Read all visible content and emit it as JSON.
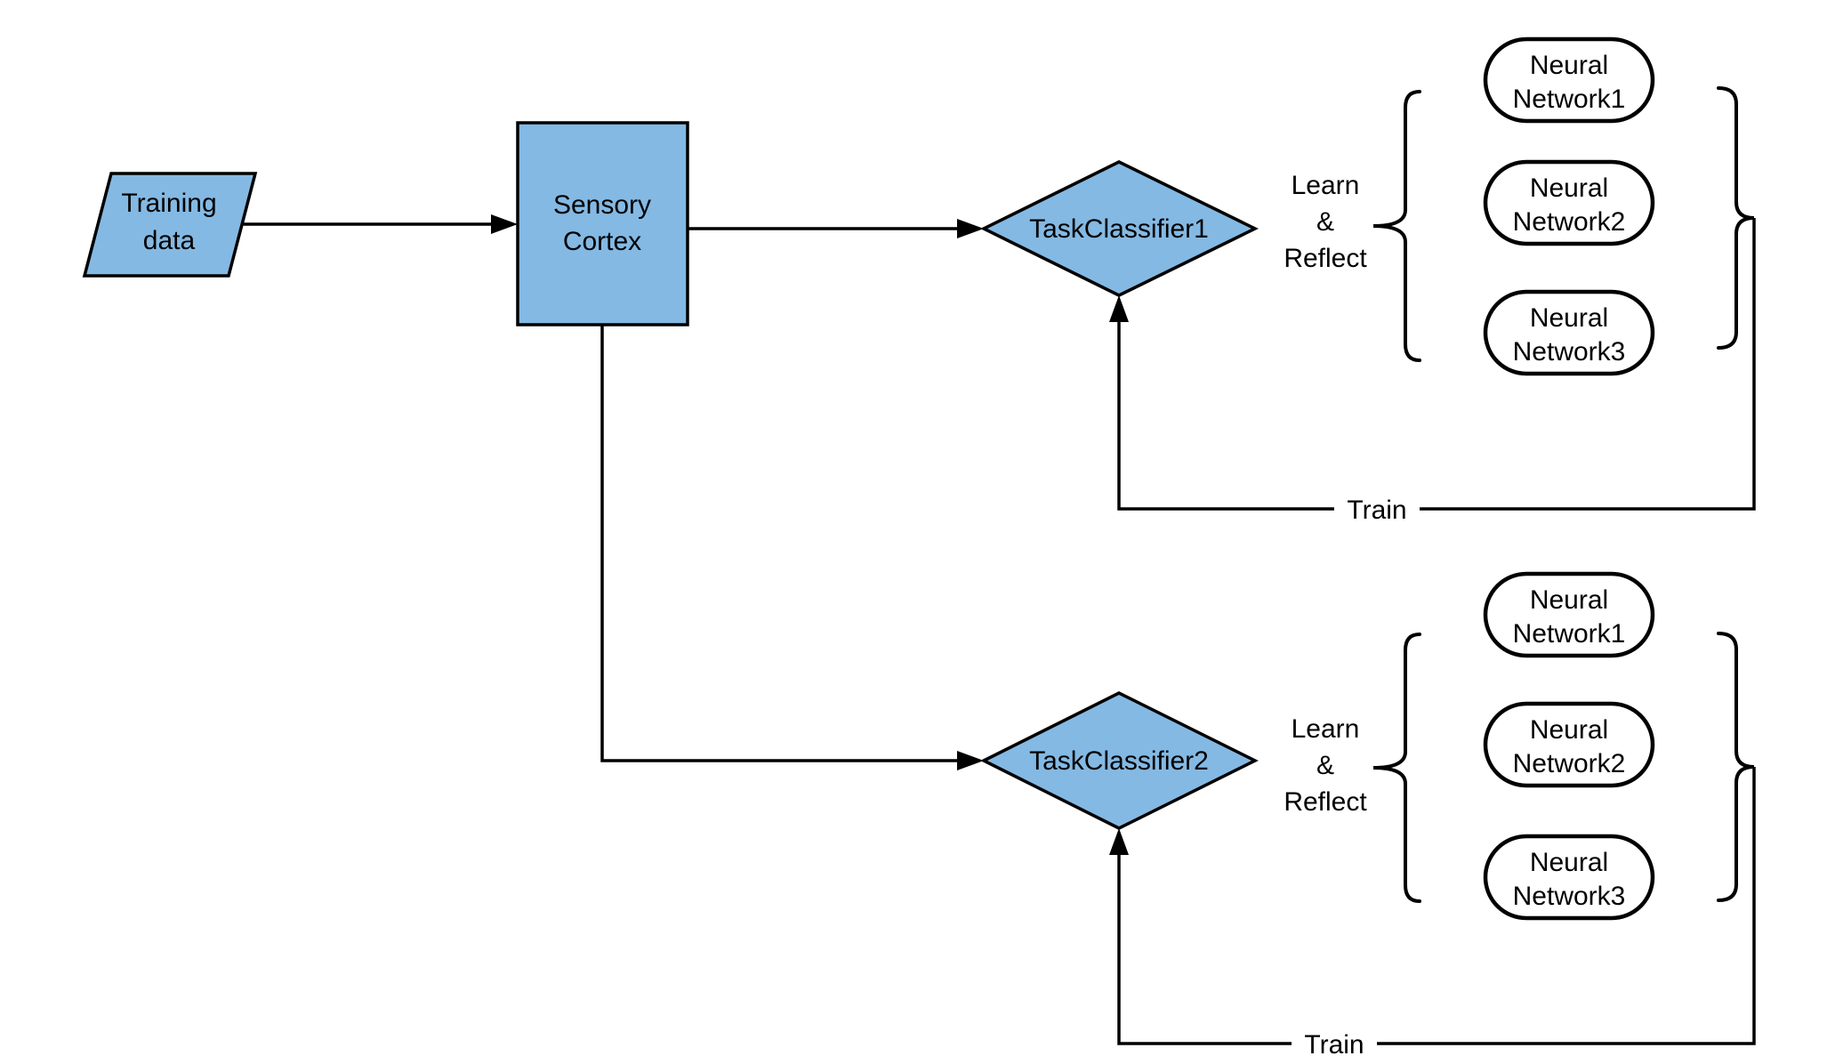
{
  "diagram": {
    "nodes": {
      "training_data": {
        "shape": "parallelogram",
        "lines": [
          "Training",
          "data"
        ]
      },
      "sensory_cortex": {
        "shape": "rectangle",
        "lines": [
          "Sensory",
          "Cortex"
        ]
      },
      "task_classifier_1": {
        "shape": "diamond",
        "label": "TaskClassifier1"
      },
      "task_classifier_2": {
        "shape": "diamond",
        "label": "TaskClassifier2"
      }
    },
    "groups": [
      {
        "annotation": {
          "lines": [
            "Learn",
            "&",
            "Reflect"
          ]
        },
        "networks": [
          {
            "lines": [
              "Neural",
              "Network1"
            ]
          },
          {
            "lines": [
              "Neural",
              "Network2"
            ]
          },
          {
            "lines": [
              "Neural",
              "Network3"
            ]
          }
        ],
        "feedback_label": "Train"
      },
      {
        "annotation": {
          "lines": [
            "Learn",
            "&",
            "Reflect"
          ]
        },
        "networks": [
          {
            "lines": [
              "Neural",
              "Network1"
            ]
          },
          {
            "lines": [
              "Neural",
              "Network2"
            ]
          },
          {
            "lines": [
              "Neural",
              "Network3"
            ]
          }
        ],
        "feedback_label": "Train"
      }
    ],
    "colors": {
      "node_fill": "#84B9E3",
      "stroke": "#000000",
      "background": "#FFFFFF"
    }
  }
}
